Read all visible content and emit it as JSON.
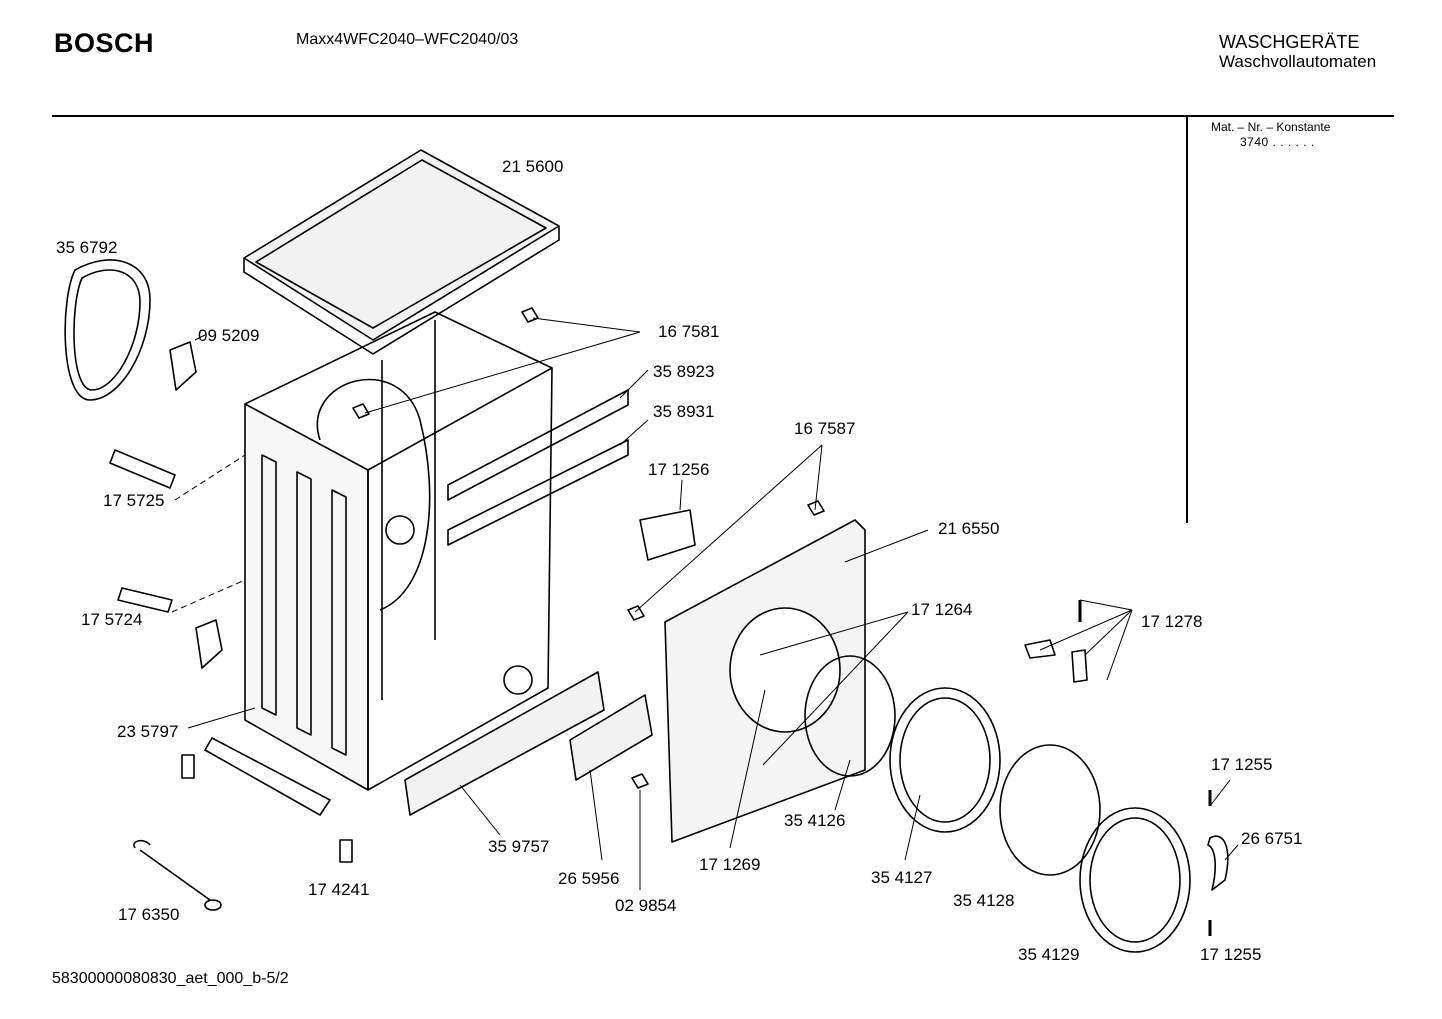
{
  "header": {
    "brand": "BOSCH",
    "model": "Maxx4WFC2040–WFC2040/03",
    "category_line1": "WASCHGERÄTE",
    "category_line2": "Waschvollautomaten"
  },
  "info": {
    "mat_label": "Mat. – Nr. – Konstante",
    "mat_value": "3740  .   .    .  .  .  ."
  },
  "footer": {
    "doc_id": "58300000080830_aet_000_b-5/2"
  },
  "part_labels": [
    "21 5600",
    "35 6792",
    "09 5209",
    "16 7581",
    "35 8923",
    "35 8931",
    "16 7587",
    "17 1256",
    "17 5725",
    "21 6550",
    "17 1264",
    "17 1278",
    "17 5724",
    "23 5797",
    "35 9757",
    "26 5956",
    "02 9854",
    "17 1269",
    "35 4126",
    "35 4127",
    "35 4128",
    "35 4129",
    "17 1255",
    "26 6751",
    "17 1255",
    "17 4241",
    "17 6350"
  ]
}
